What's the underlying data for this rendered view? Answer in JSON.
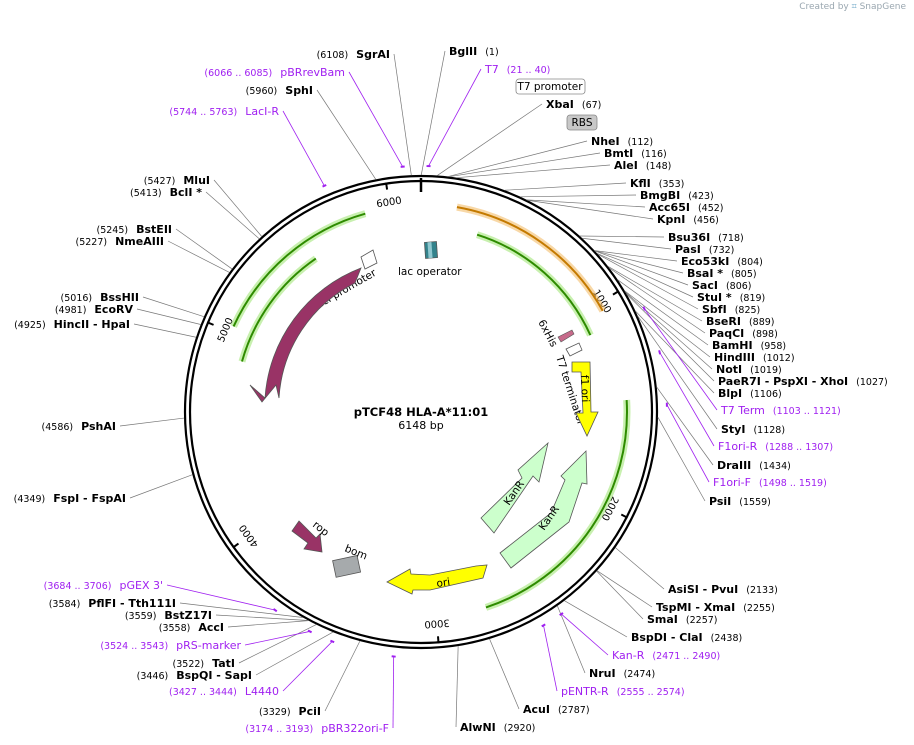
{
  "credit": {
    "prefix": "Created by",
    "brand": "SnapGene"
  },
  "plasmid": {
    "name": "pTCF48 HLA-A*11:01",
    "length_label": "6148 bp",
    "length": 6148
  },
  "ticks": [
    {
      "label": "1000",
      "bp": 1000
    },
    {
      "label": "2000",
      "bp": 2000
    },
    {
      "label": "3000",
      "bp": 3000
    },
    {
      "label": "4000",
      "bp": 4000
    },
    {
      "label": "5000",
      "bp": 5000
    },
    {
      "label": "6000",
      "bp": 6000
    }
  ],
  "sites": [
    {
      "name": "BglII",
      "pos": "(1)"
    },
    {
      "name": "XbaI",
      "pos": "(67)"
    },
    {
      "name": "NheI",
      "pos": "(112)"
    },
    {
      "name": "BmtI",
      "pos": "(116)"
    },
    {
      "name": "AleI",
      "pos": "(148)"
    },
    {
      "name": "KflI",
      "pos": "(353)"
    },
    {
      "name": "BmgBI",
      "pos": "(423)"
    },
    {
      "name": "Acc65I",
      "pos": "(452)"
    },
    {
      "name": "KpnI",
      "pos": "(456)"
    },
    {
      "name": "Bsu36I",
      "pos": "(718)"
    },
    {
      "name": "PasI",
      "pos": "(732)"
    },
    {
      "name": "Eco53kI",
      "pos": "(804)"
    },
    {
      "name": "BsaI *",
      "pos": "(805)"
    },
    {
      "name": "SacI",
      "pos": "(806)"
    },
    {
      "name": "StuI *",
      "pos": "(819)"
    },
    {
      "name": "SbfI",
      "pos": "(825)"
    },
    {
      "name": "BseRI",
      "pos": "(889)"
    },
    {
      "name": "PaqCI",
      "pos": "(898)"
    },
    {
      "name": "BamHI",
      "pos": "(958)"
    },
    {
      "name": "HindIII",
      "pos": "(1012)"
    },
    {
      "name": "NotI",
      "pos": "(1019)"
    },
    {
      "name": "PaeR7I  -  PspXI  -  XhoI",
      "pos": "(1027)"
    },
    {
      "name": "BlpI",
      "pos": "(1106)"
    },
    {
      "name": "StyI",
      "pos": "(1128)"
    },
    {
      "name": "DraIII",
      "pos": "(1434)"
    },
    {
      "name": "PsiI",
      "pos": "(1559)"
    },
    {
      "name": "AsiSI  -  PvuI",
      "pos": "(2133)"
    },
    {
      "name": "TspMI  -  XmaI",
      "pos": "(2255)"
    },
    {
      "name": "SmaI",
      "pos": "(2257)"
    },
    {
      "name": "BspDI  -  ClaI",
      "pos": "(2438)"
    },
    {
      "name": "NruI",
      "pos": "(2474)"
    },
    {
      "name": "AcuI",
      "pos": "(2787)"
    },
    {
      "name": "AlwNI",
      "pos": "(2920)"
    },
    {
      "name": "PciI",
      "pos": "(3329)"
    },
    {
      "name": "BspQI  -  SapI",
      "pos": "(3446)"
    },
    {
      "name": "TatI",
      "pos": "(3522)"
    },
    {
      "name": "AccI",
      "pos": "(3558)"
    },
    {
      "name": "BstZ17I",
      "pos": "(3559)"
    },
    {
      "name": "PflFI  -  Tth111I",
      "pos": "(3584)"
    },
    {
      "name": "FspI  -  FspAI",
      "pos": "(4349)"
    },
    {
      "name": "PshAI",
      "pos": "(4586)"
    },
    {
      "name": "HincII  -  HpaI",
      "pos": "(4925)"
    },
    {
      "name": "EcoRV",
      "pos": "(4981)"
    },
    {
      "name": "BssHII",
      "pos": "(5016)"
    },
    {
      "name": "NmeAIII",
      "pos": "(5227)"
    },
    {
      "name": "BstEII",
      "pos": "(5245)"
    },
    {
      "name": "BclI *",
      "pos": "(5413)"
    },
    {
      "name": "MluI",
      "pos": "(5427)"
    },
    {
      "name": "SphI",
      "pos": "(5960)"
    },
    {
      "name": "SgrAI",
      "pos": "(6108)"
    }
  ],
  "primers": [
    {
      "name": "T7",
      "pos": "(21 .. 40)"
    },
    {
      "name": "pBRrevBam",
      "pos": "(6066 .. 6085)"
    },
    {
      "name": "LacI-R",
      "pos": "(5744 .. 5763)"
    },
    {
      "name": "T7 Term",
      "pos": "(1103 .. 1121)"
    },
    {
      "name": "F1ori-R",
      "pos": "(1288 .. 1307)"
    },
    {
      "name": "F1ori-F",
      "pos": "(1498 .. 1519)"
    },
    {
      "name": "Kan-R",
      "pos": "(2471 .. 2490)"
    },
    {
      "name": "pENTR-R",
      "pos": "(2555 .. 2574)"
    },
    {
      "name": "pGEX 3'",
      "pos": "(3684 .. 3706)"
    },
    {
      "name": "pRS-marker",
      "pos": "(3524 .. 3543)"
    },
    {
      "name": "L4440",
      "pos": "(3427 .. 3444)"
    },
    {
      "name": "pBR322ori-F",
      "pos": "(3174 .. 3193)"
    }
  ],
  "features": [
    {
      "name": "T7 promoter",
      "color": "#ffffff"
    },
    {
      "name": "RBS",
      "color": "#c8c8c8"
    },
    {
      "name": "lac operator",
      "color": "#33838c"
    },
    {
      "name": "lacI promoter",
      "color": "#ffffff"
    },
    {
      "name": "lacI",
      "color": "#993366"
    },
    {
      "name": "6xHis",
      "color": "#b03a6a"
    },
    {
      "name": "T7 terminator",
      "color": "#ffffff"
    },
    {
      "name": "f1 ori",
      "color": "#ffff00"
    },
    {
      "name": "KanR",
      "color": "#ccffcc"
    },
    {
      "name": "KanR",
      "color": "#ccffcc"
    },
    {
      "name": "ori",
      "color": "#ffff00"
    },
    {
      "name": "rop",
      "color": "#993366"
    },
    {
      "name": "bom",
      "color": "#a6aaac"
    }
  ]
}
